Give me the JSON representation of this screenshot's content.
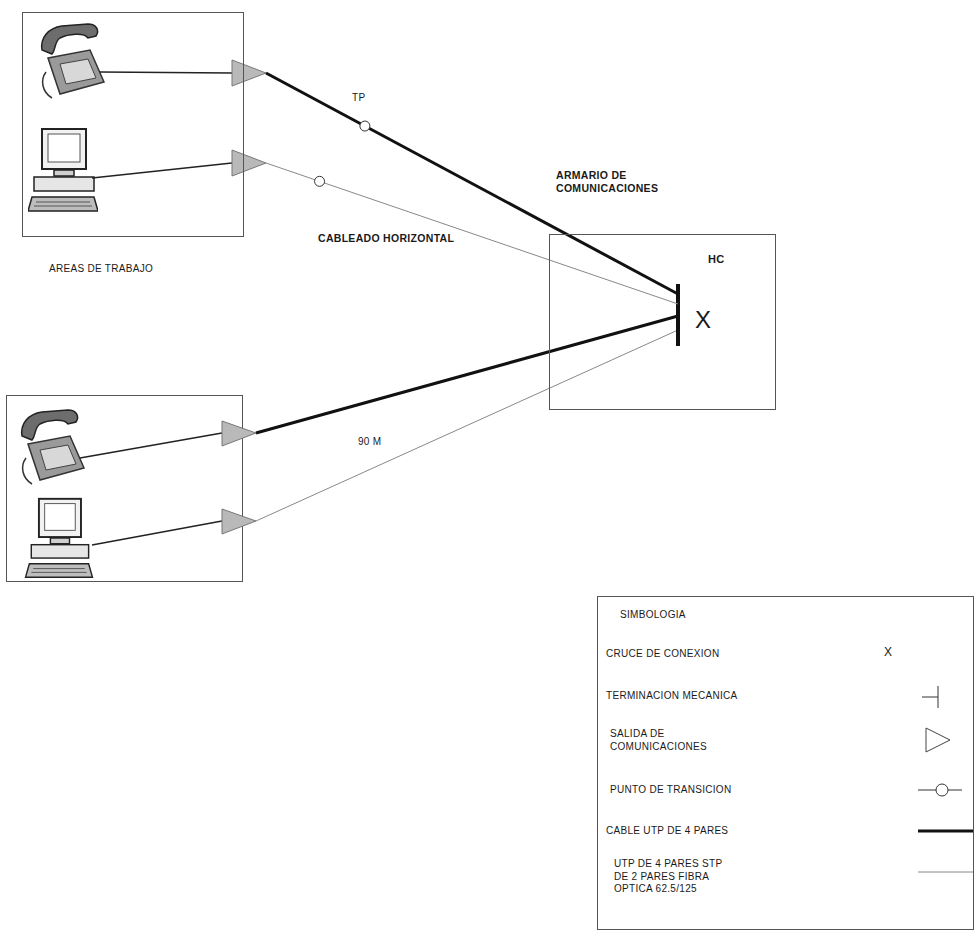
{
  "diagram": {
    "nodes": [
      {
        "text": [
          "AREAS DE TRABAJO"
        ]
      },
      {
        "text": [
          "ARMARIO DE COMUNICACIONES",
          "HC",
          "X"
        ]
      },
      {
        "text": [
          "SIMBOLOGIA"
        ]
      }
    ],
    "edges": [
      {
        "from": 0,
        "to": 1,
        "arrow": "none"
      },
      {
        "from": 0,
        "to": 1,
        "arrow": "none"
      }
    ],
    "labels": [
      "TP",
      "CABLEADO HORIZONTAL",
      "90 M",
      "X"
    ],
    "legend": [
      {
        "text": "CRUCE DE CONEXION"
      },
      {
        "text": "TERMINACION MECANICA"
      },
      {
        "text": "SALIDA DE COMUNICACIONES"
      },
      {
        "text": "PUNTO DE TRANSICION"
      },
      {
        "text": "CABLE UTP DE 4 PARES"
      },
      {
        "text": "UTP DE 4 PARES STP DE 2 PARES FIBRA OPTICA 62.5/125"
      }
    ]
  }
}
